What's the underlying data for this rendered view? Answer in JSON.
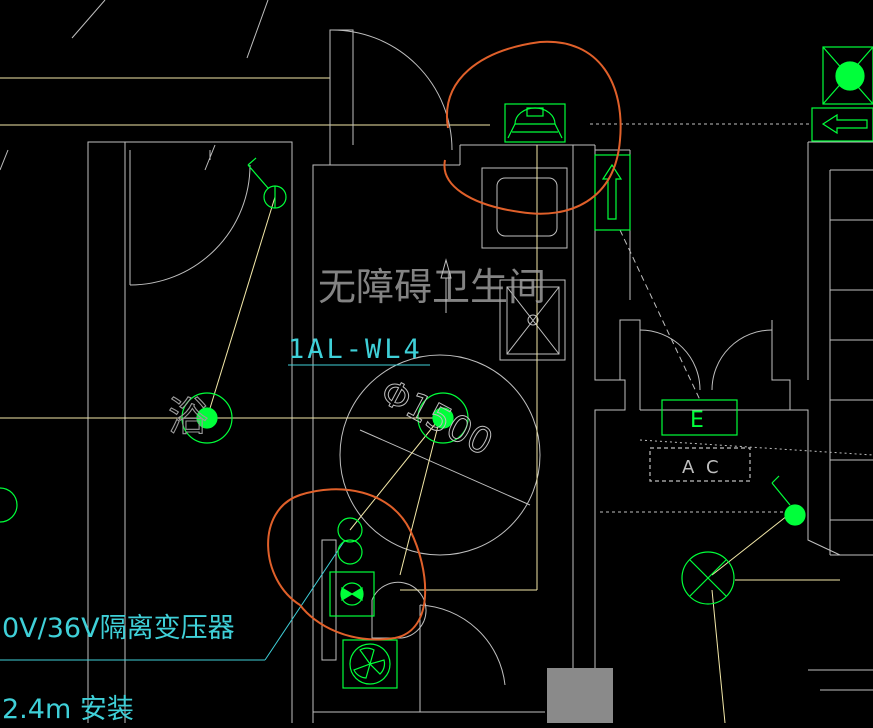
{
  "labels": {
    "room_name": "无障碍卫生间",
    "circuit": "1AL-WL4",
    "diameter": "Φ1500",
    "bath": "浴",
    "transformer": "0V/36V隔离变压器",
    "install_height": "2.4m 安装",
    "exit_sign": "E",
    "ac_unit": "A C"
  },
  "colors": {
    "background": "#000000",
    "wall": "#bfbfbf",
    "wire_yellow": "#f3e8a8",
    "wire_cyan": "#3fd0d8",
    "device_green": "#00ff3a",
    "annotation_orange": "#e0602a",
    "text_gray": "#9a9a9a",
    "block_gray": "#8a8a8a"
  },
  "icons": {
    "lamp": "green-circle-icon",
    "switch": "single-pole-switch-icon",
    "fan": "exhaust-fan-icon",
    "ceiling_light": "crossed-circle-light-icon",
    "alarm": "bell-alarm-icon",
    "arrow_up": "arrow-up-icon",
    "arrow_left": "arrow-left-icon"
  }
}
